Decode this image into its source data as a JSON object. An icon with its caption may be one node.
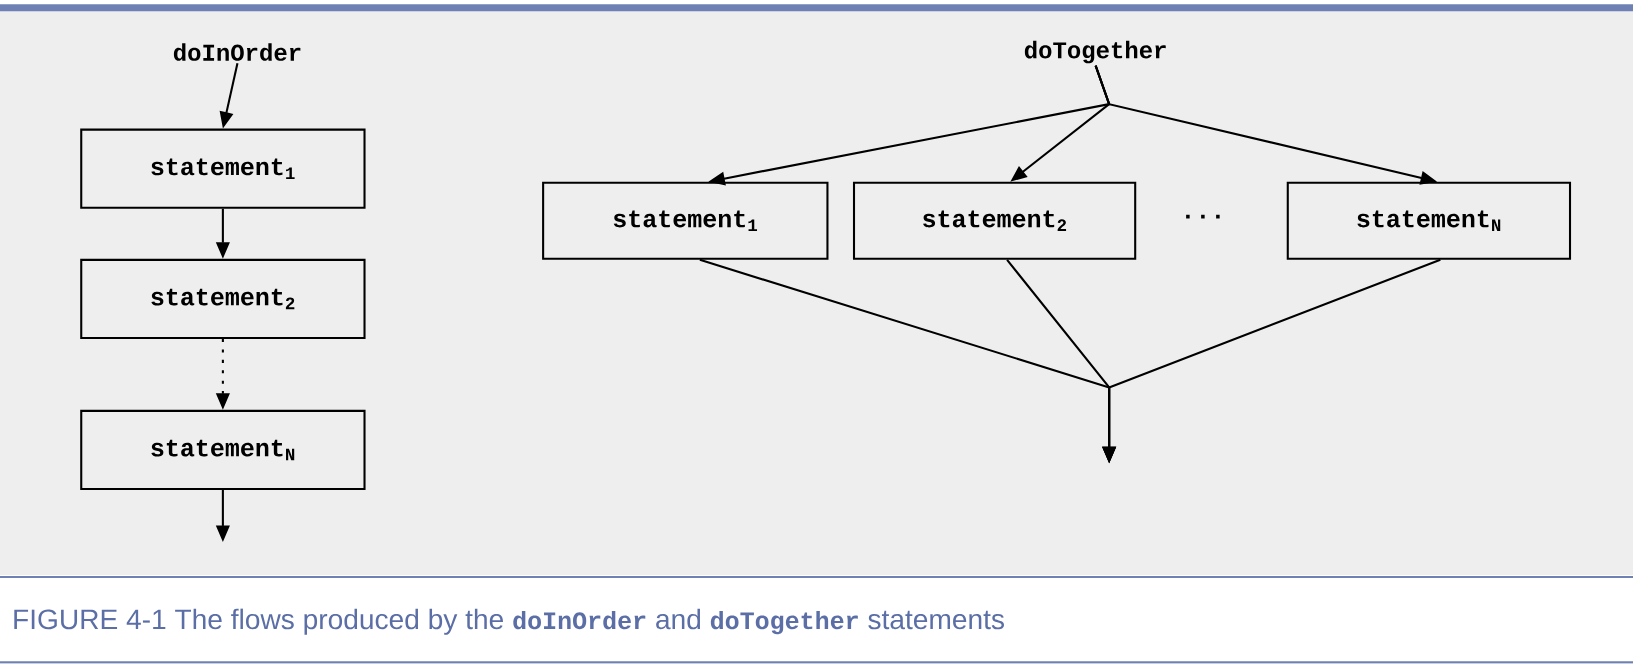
{
  "diagram": {
    "caption": "FIGURE 4-1 The flows produced by the **doInOrder** and **doTogether** statements",
    "nodes": [
      {
        "text": [
          "doInOrder"
        ]
      },
      {
        "text": [
          "statement$_{1}$"
        ]
      },
      {
        "text": [
          "statement$_{2}$"
        ]
      },
      {
        "text": [
          "statement$_{N}$"
        ]
      },
      {
        "text": [
          "doTogether"
        ]
      },
      {
        "text": [
          "statement$_{1}$"
        ]
      },
      {
        "text": [
          "statement$_{2}$"
        ]
      },
      {
        "text": [
          "statement$_{N}$"
        ]
      }
    ],
    "edges": [
      {
        "from": 0,
        "to": 1,
        "arrow": "to"
      },
      {
        "from": 1,
        "to": 2,
        "arrow": "to"
      },
      {
        "from": 2,
        "to": 3,
        "arrow": "to",
        "style": "dashed"
      },
      {
        "from": 3,
        "to": null,
        "arrow": "to"
      },
      {
        "from": 4,
        "to": 5,
        "arrow": "to"
      },
      {
        "from": 4,
        "to": 6,
        "arrow": "to"
      },
      {
        "from": 4,
        "to": 7,
        "arrow": "to"
      },
      {
        "from": 5,
        "to": null,
        "arrow": "to"
      },
      {
        "from": 6,
        "to": null,
        "arrow": "to"
      },
      {
        "from": 7,
        "to": null,
        "arrow": "to"
      }
    ],
    "labels": [
      "..."
    ]
  }
}
